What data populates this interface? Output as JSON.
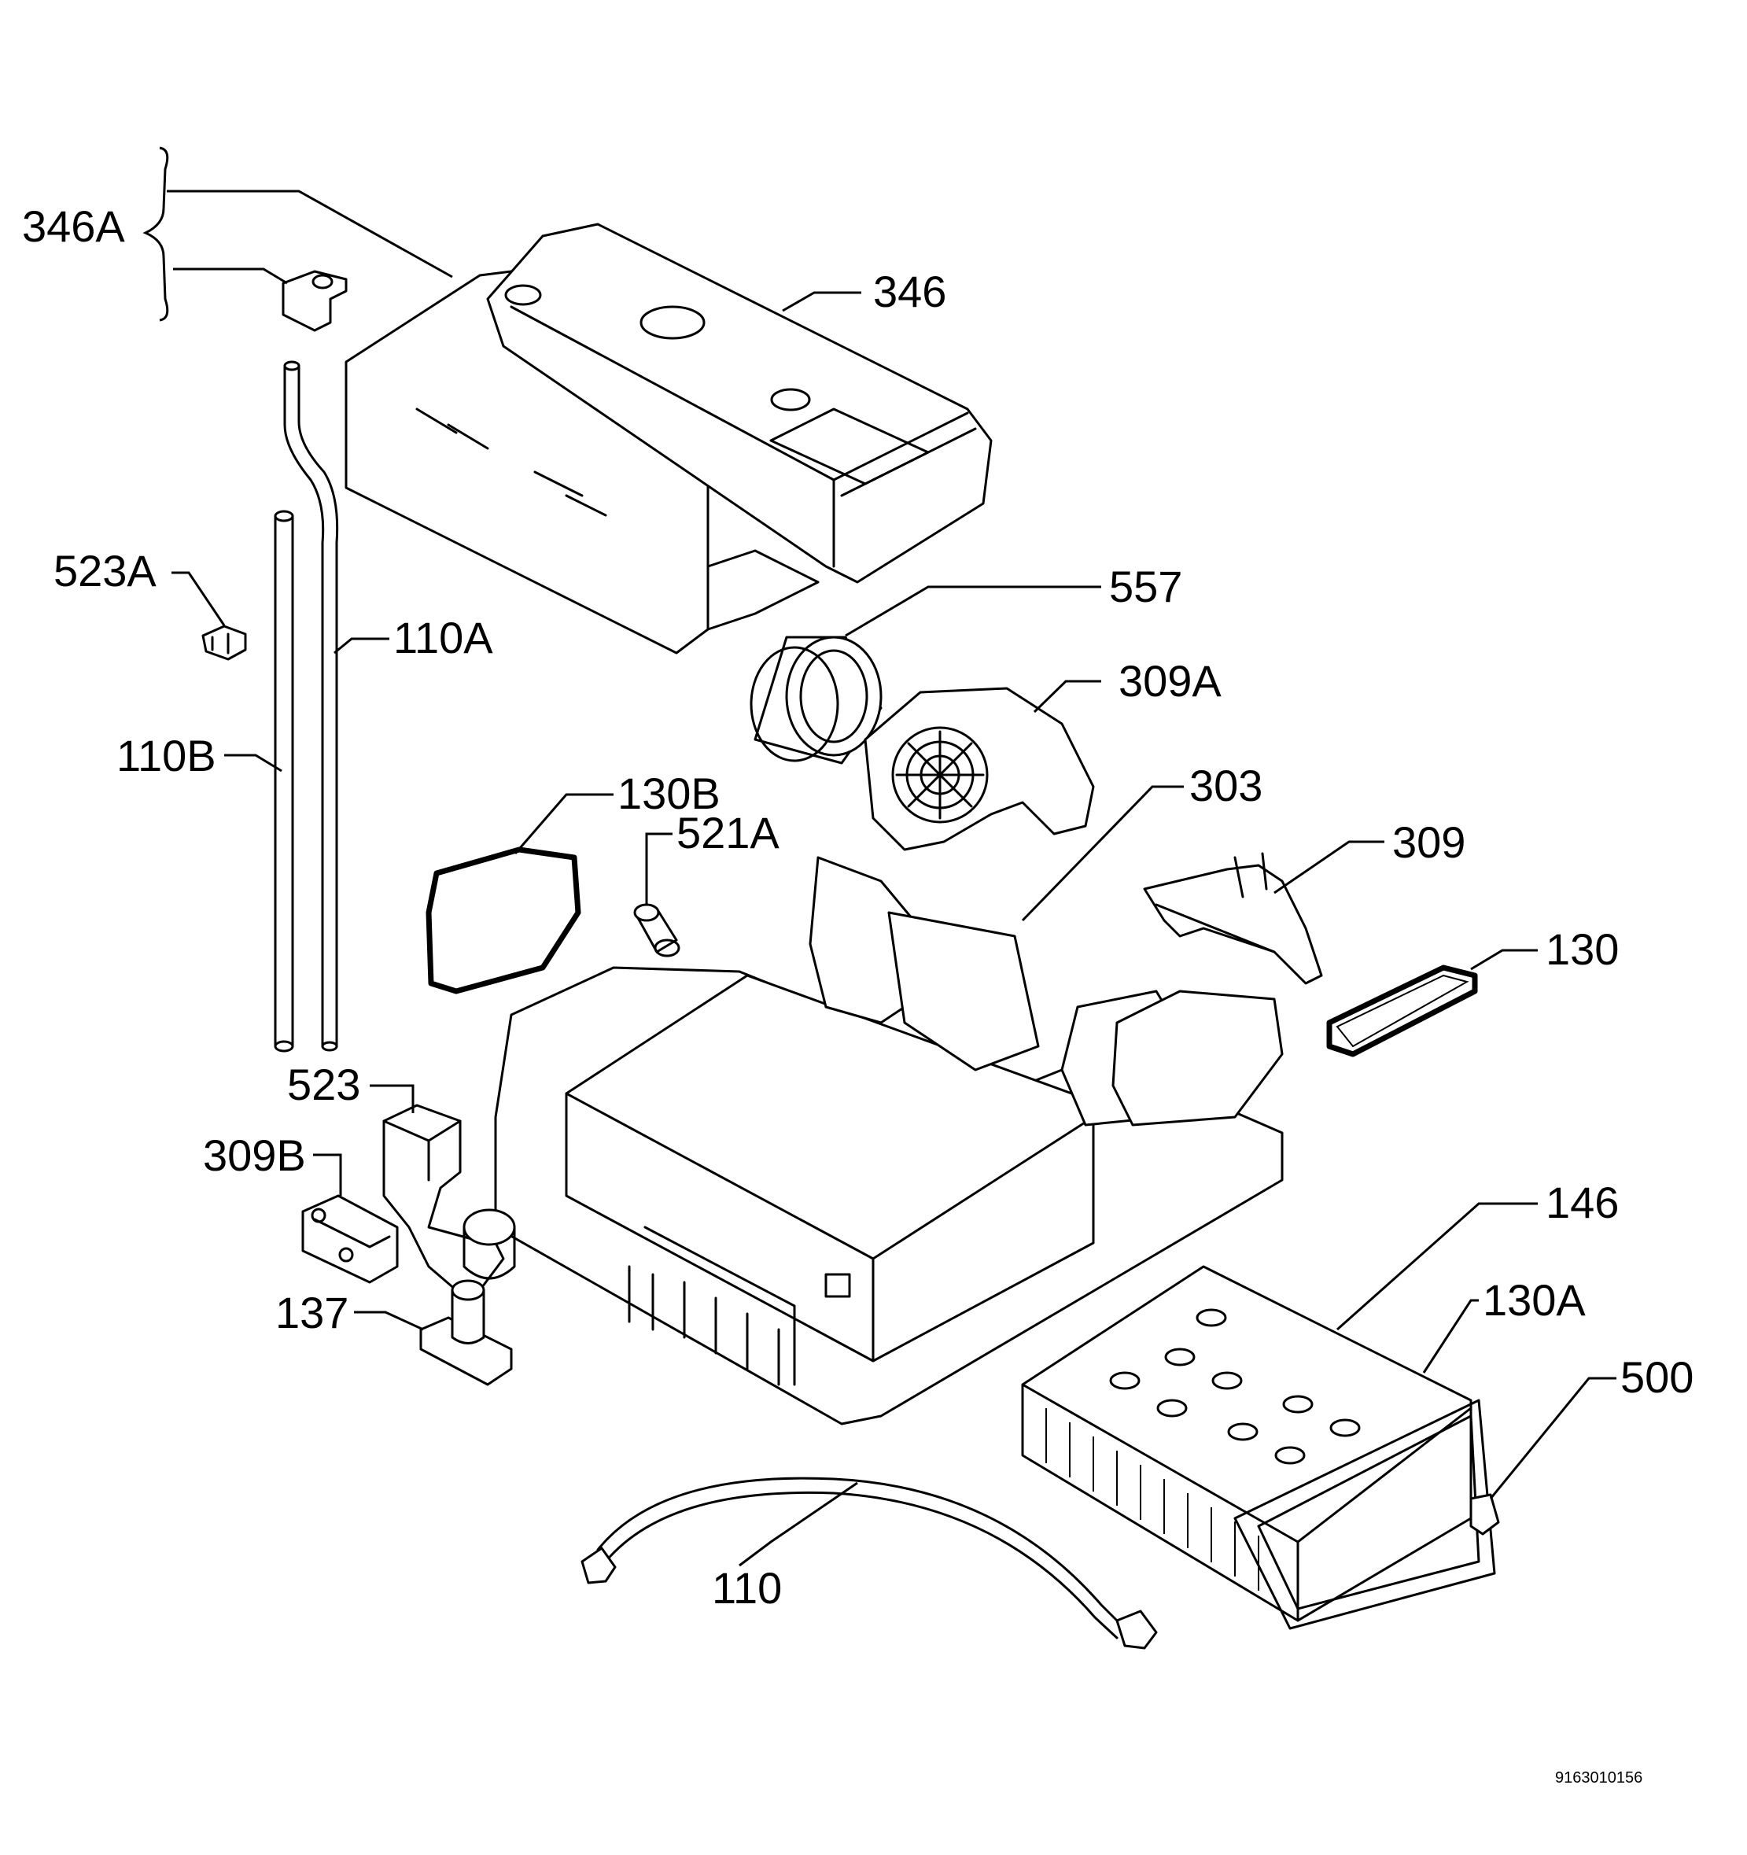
{
  "callouts": {
    "c346A": "346A",
    "c346": "346",
    "c523A": "523A",
    "c110A": "110A",
    "c110B": "110B",
    "c557": "557",
    "c309A": "309A",
    "c130B": "130B",
    "c521A": "521A",
    "c303": "303",
    "c309": "309",
    "c130": "130",
    "c523": "523",
    "c309B": "309B",
    "c137": "137",
    "c146": "146",
    "c130A": "130A",
    "c500": "500",
    "c110": "110"
  },
  "document_number": "9163010156"
}
